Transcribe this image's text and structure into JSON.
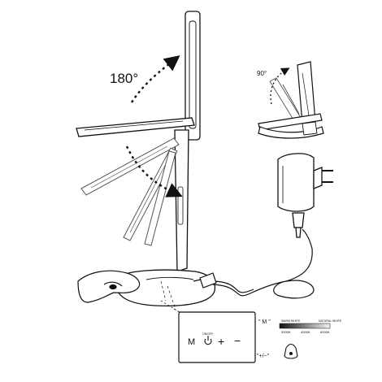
{
  "rotation_label": "180°",
  "tilt_label": "90°",
  "panel": {
    "m_key": "M",
    "on_off_key": "ON/OFF",
    "plus_key": "+",
    "minus_key": "−"
  },
  "legend": {
    "m_caption": "\" M \"",
    "pm_caption": "\"+/−\"",
    "warm_label": "WARM WHITE",
    "natural_label": "NATURAL WHITE",
    "ticks": [
      "3000K",
      "4000K",
      "6000K"
    ]
  }
}
